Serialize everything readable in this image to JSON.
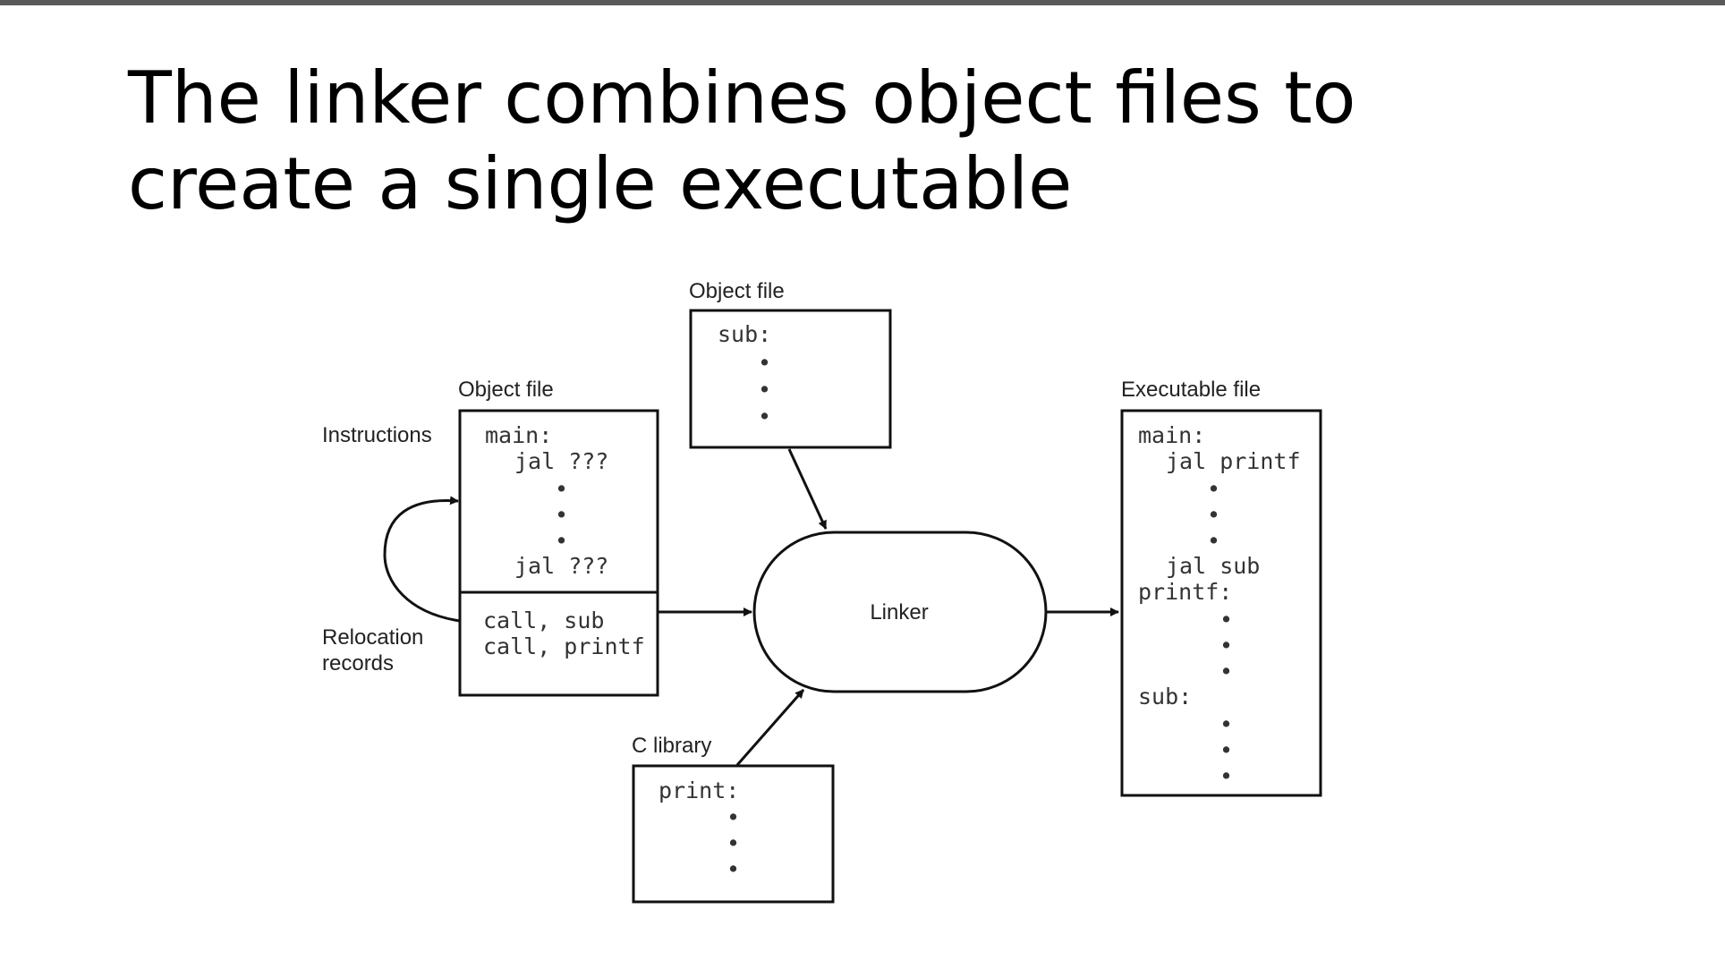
{
  "slide": {
    "title_line1": "The linker combines object files to",
    "title_line2": "create a single executable"
  },
  "diagram": {
    "linker_label": "Linker",
    "side_labels": {
      "instructions": "Instructions",
      "relocation_line1": "Relocation",
      "relocation_line2": "records"
    },
    "object_file_main": {
      "label": "Object file",
      "lines": [
        "main:",
        "jal ???",
        "jal ???"
      ],
      "relocation_lines": [
        "call, sub",
        "call, printf"
      ]
    },
    "object_file_sub": {
      "label": "Object file",
      "lines": [
        "sub:"
      ]
    },
    "c_library": {
      "label": "C library",
      "lines": [
        "print:"
      ]
    },
    "executable_file": {
      "label": "Executable file",
      "lines": [
        "main:",
        "jal printf",
        "jal sub",
        "printf:",
        "sub:"
      ]
    },
    "dot_char": "•"
  }
}
